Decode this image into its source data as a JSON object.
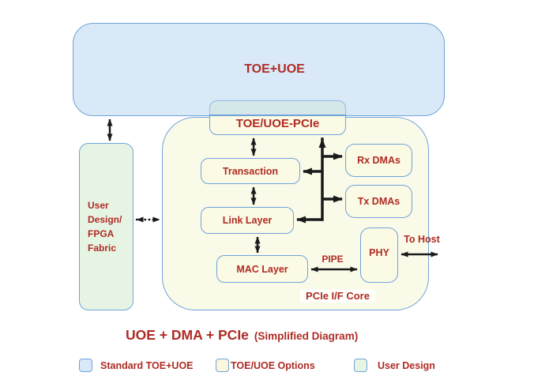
{
  "colors": {
    "text_red": "#AF2B24",
    "border_blue": "#6EA4D9",
    "blue_fill": "#D9E9F8",
    "yellow_fill": "#FBFAE4",
    "green_fill": "#E6F5E3",
    "arrow_black": "#1A1A1A"
  },
  "diagram": {
    "toe_uoe": "TOE+UOE",
    "bridge": "TOE/UOE-PCIe",
    "user_design": {
      "lines": [
        "User",
        "Design/",
        "FPGA",
        "Fabric"
      ]
    },
    "transaction": "Transaction",
    "link_layer": "Link Layer",
    "mac_layer": "MAC Layer",
    "rx_dmas": "Rx DMAs",
    "tx_dmas": "Tx DMAs",
    "phy": "PHY",
    "pipe": "PIPE",
    "to_host": "To Host",
    "core_label": "PCIe I/F Core"
  },
  "caption": {
    "main": "UOE + DMA + PCIe",
    "sub": "(Simplified Diagram)"
  },
  "legend": {
    "items": [
      {
        "label": "Standard TOE+UOE",
        "swatch": "#D9E9F8"
      },
      {
        "label": "TOE/UOE Options",
        "swatch": "#FCF6DC"
      },
      {
        "label": "User Design",
        "swatch": "#E6F5E3"
      }
    ]
  }
}
